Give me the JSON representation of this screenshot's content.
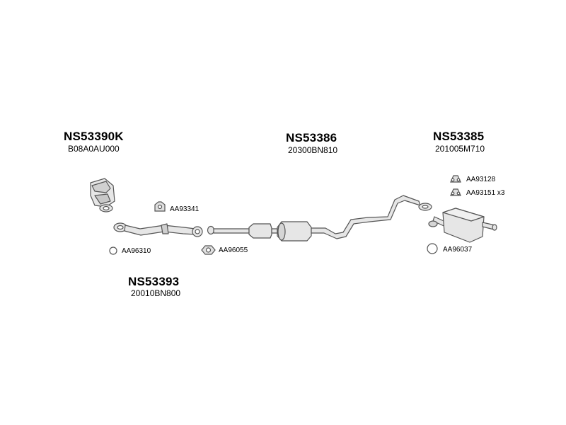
{
  "assemblies": [
    {
      "part_number": "NS53390K",
      "oem_number": "B08A0AU000"
    },
    {
      "part_number": "NS53386",
      "oem_number": "20300BN810"
    },
    {
      "part_number": "NS53385",
      "oem_number": "201005M710"
    },
    {
      "part_number": "NS53393",
      "oem_number": "20010BN800"
    }
  ],
  "fittings": [
    {
      "code": "AA93341",
      "icon": "rubber-hanger-icon"
    },
    {
      "code": "AA96310",
      "icon": "ring-gasket-icon"
    },
    {
      "code": "AA96055",
      "icon": "flange-gasket-icon"
    },
    {
      "code": "AA93128",
      "icon": "rubber-hanger-icon"
    },
    {
      "code": "AA93151 x3",
      "icon": "rubber-hanger-icon"
    },
    {
      "code": "AA96037",
      "icon": "ring-gasket-icon"
    }
  ],
  "colors": {
    "line": "#555555",
    "fill": "#e6e6e6",
    "shade": "#bdbdbd"
  }
}
